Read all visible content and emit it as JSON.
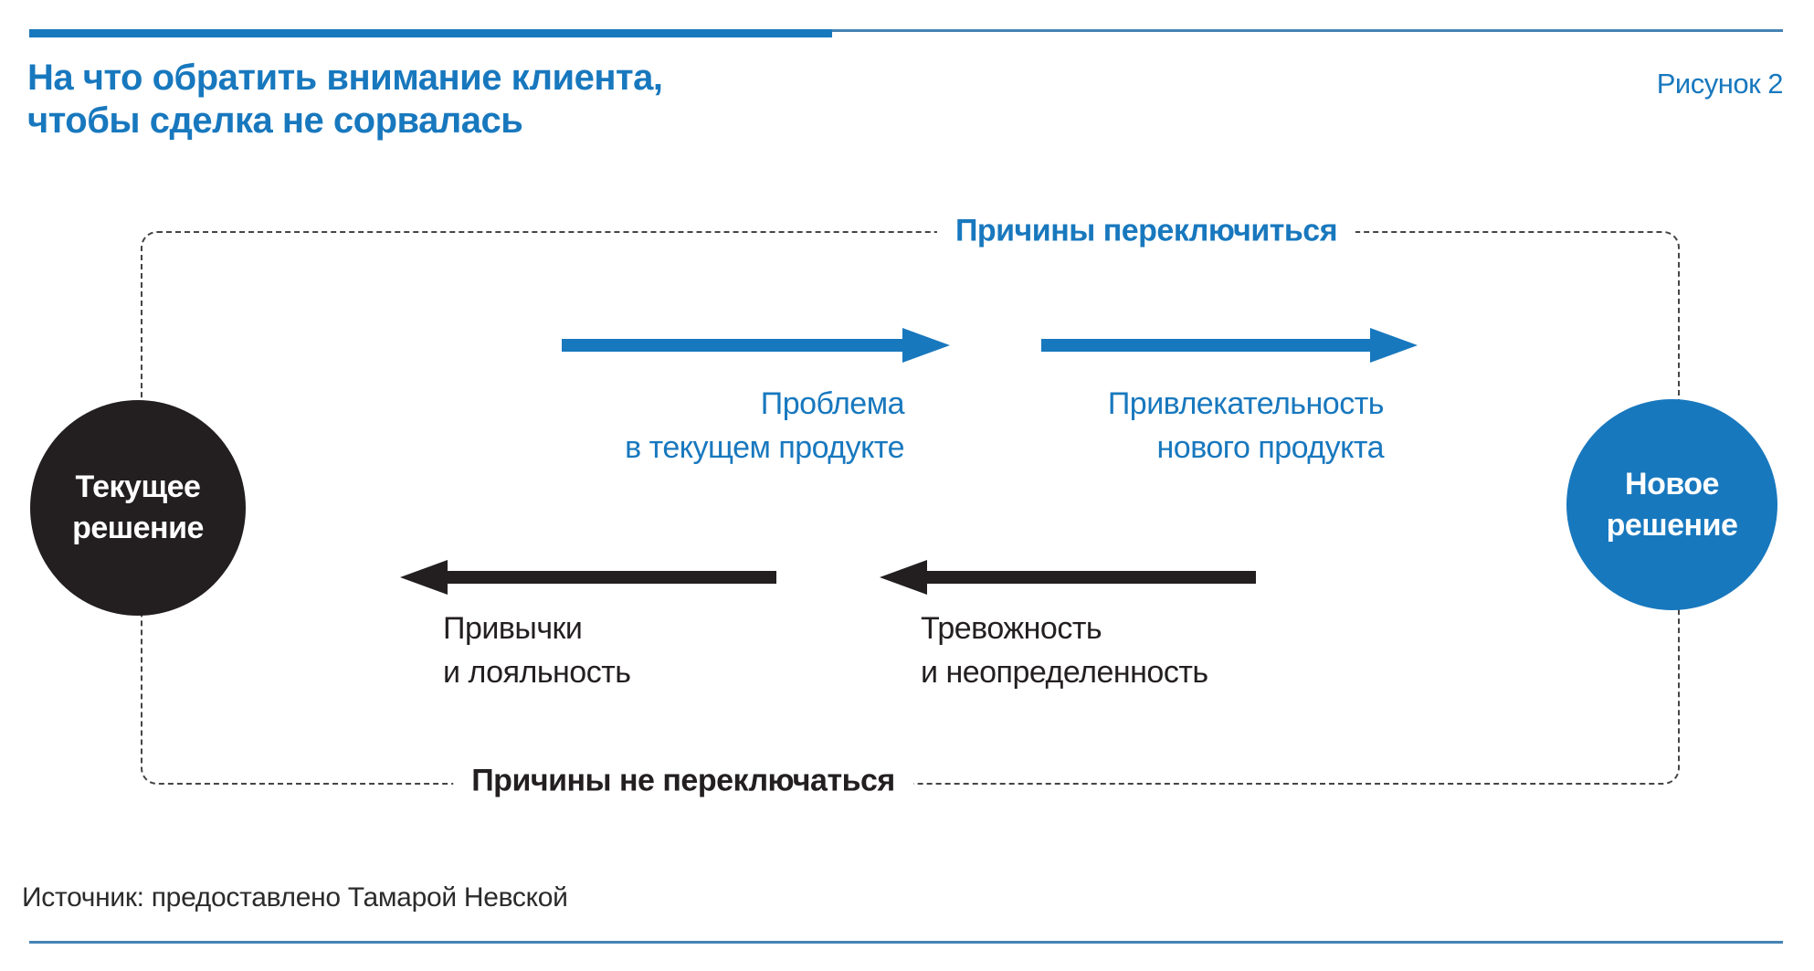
{
  "header": {
    "title_line1": "На что обратить внимание клиента,",
    "title_line2": "чтобы сделка не сорвалась",
    "figure_label": "Рисунок 2"
  },
  "diagram": {
    "top_label": "Причины переключиться",
    "bottom_label": "Причины не переключаться",
    "left_node": {
      "line1": "Текущее",
      "line2": "решение"
    },
    "right_node": {
      "line1": "Новое",
      "line2": "решение"
    },
    "switch_reasons": [
      {
        "line1": "Проблема",
        "line2": "в текущем продукте"
      },
      {
        "line1": "Привлекательность",
        "line2": "нового продукта"
      }
    ],
    "stay_reasons": [
      {
        "line1": "Привычки",
        "line2": "и лояльность"
      },
      {
        "line1": "Тревожность",
        "line2": "и неопределенность"
      }
    ]
  },
  "footer": {
    "source": "Источник: предоставлено Тамарой Невской"
  },
  "colors": {
    "accent_blue": "#1878be",
    "dark": "#231f20",
    "thin_rule_blue": "#4583b5"
  }
}
